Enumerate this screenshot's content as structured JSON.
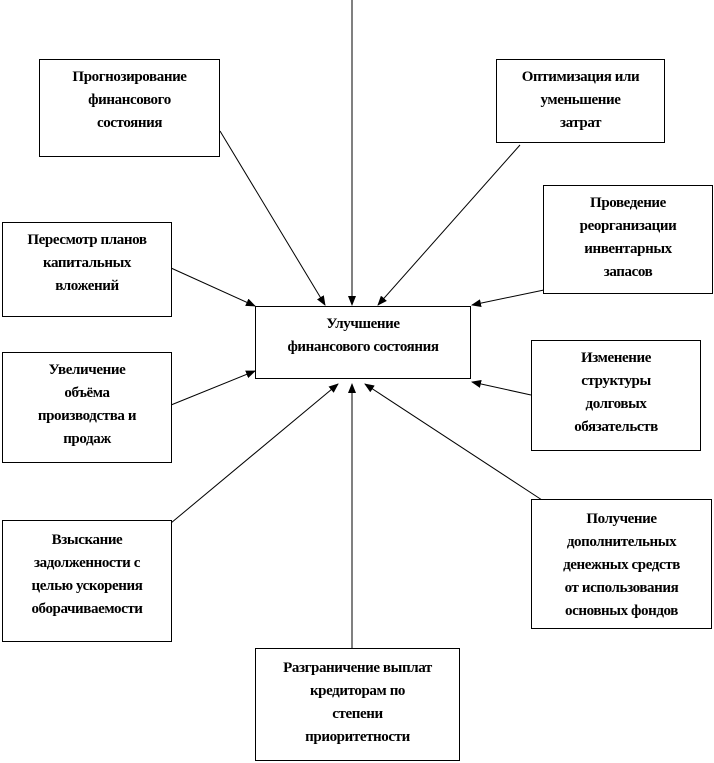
{
  "center": {
    "lines": [
      "Улучшение",
      "финансового состояния"
    ]
  },
  "factors": [
    {
      "id": "forecast",
      "lines": [
        "Прогнозирование",
        "финансового",
        "состояния"
      ]
    },
    {
      "id": "costs",
      "lines": [
        "Оптимизация или",
        "уменьшение",
        "затрат"
      ]
    },
    {
      "id": "inventory",
      "lines": [
        "Проведение",
        "реорганизации",
        "инвентарных",
        "запасов"
      ]
    },
    {
      "id": "capex",
      "lines": [
        "Пересмотр планов",
        "капитальных",
        "вложений"
      ]
    },
    {
      "id": "debt",
      "lines": [
        "Изменение",
        "структуры",
        "долговых",
        "обязательств"
      ]
    },
    {
      "id": "sales",
      "lines": [
        "Увеличение",
        "объёма",
        "производства и",
        "продаж"
      ]
    },
    {
      "id": "receivables",
      "lines": [
        "Взыскание",
        "задолженности с",
        "целью ускорения",
        "оборачиваемости"
      ]
    },
    {
      "id": "assets",
      "lines": [
        "Получение",
        "дополнительных",
        "денежных средств",
        "от использования",
        "основных фондов"
      ]
    },
    {
      "id": "creditors",
      "lines": [
        "Разграничение выплат",
        "кредиторам по",
        "степени",
        "приоритетности"
      ]
    }
  ]
}
